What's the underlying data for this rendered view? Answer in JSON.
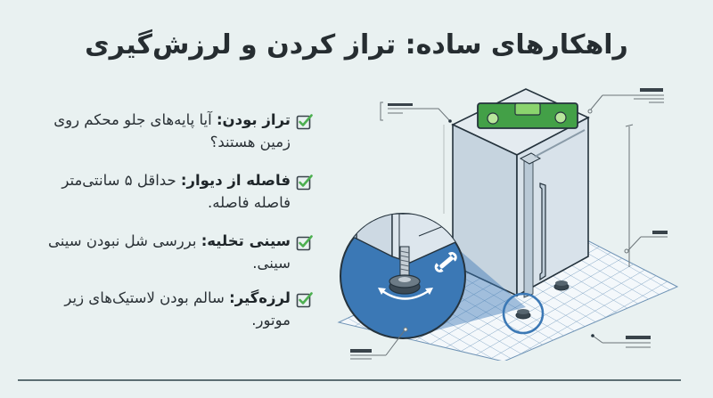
{
  "title": "راهکارهای ساده: تراز کردن و لرزش‌گیری",
  "checklist": {
    "items": [
      {
        "label": "تراز بودن:",
        "text": " آیا پایه‌های جلو محکم روی زمین هستند؟",
        "checked": true,
        "icon": "checkbox-checked-icon"
      },
      {
        "label": "فاصله از دیوار:",
        "text": " حداقل ۵ سانتی‌متر فاصله فاصله.",
        "checked": true,
        "icon": "checkbox-checked-icon"
      },
      {
        "label": "سینی تخلیه:",
        "text": " بررسی شل نبودن سینی سینی.",
        "checked": true,
        "icon": "checkbox-checked-icon"
      },
      {
        "label": "لرزه‌گیر:",
        "text": " سالم بودن لاستیک‌های زیر موتور.",
        "checked": true,
        "icon": "checkbox-checked-icon"
      }
    ]
  },
  "illustration": {
    "subject": "refrigerator-leveling",
    "icons": [
      "spirit-level-icon",
      "refrigerator-icon",
      "adjustable-foot-icon",
      "wrench-icon",
      "rotate-arrow-icon",
      "floor-grid-icon",
      "callout-line-icon"
    ]
  },
  "colors": {
    "background": "#e9f1f1",
    "title": "#262d31",
    "text": "#2a3136",
    "check": "#4caf50",
    "checkbox_border": "#39434a",
    "level_green": "#43a047",
    "fridge_body": "#d3dee6",
    "fridge_side": "#c2d1dc",
    "zoom_blue": "#3b78b5",
    "outline": "#25333d",
    "grid": "#7ea2c2"
  }
}
